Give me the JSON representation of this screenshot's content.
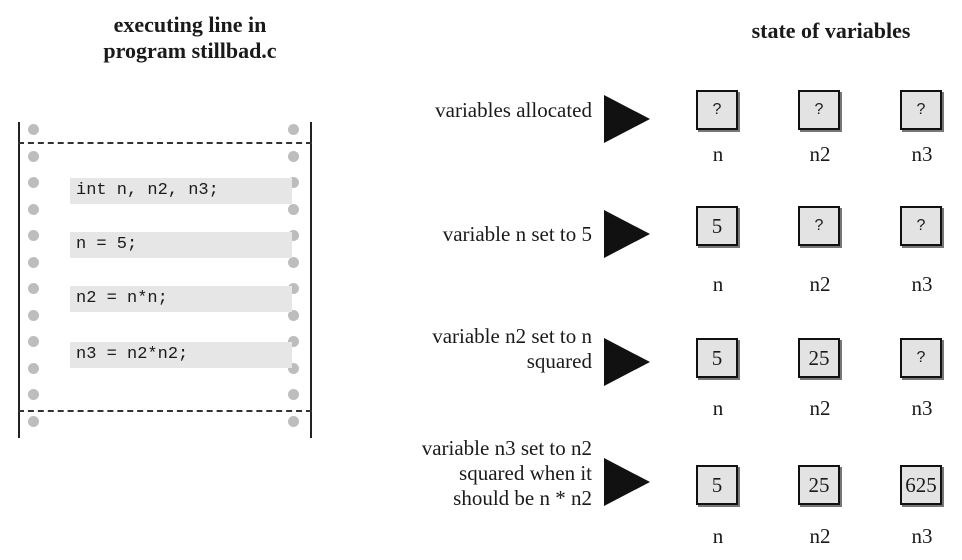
{
  "left_heading": [
    "executing line in",
    "program stillbad.c"
  ],
  "right_heading": "state of variables",
  "code_lines": [
    "int n, n2, n3;",
    "n = 5;",
    "n2 = n*n;",
    "n3 = n2*n2;"
  ],
  "variable_names": [
    "n",
    "n2",
    "n3"
  ],
  "steps": [
    {
      "label": [
        "variables allocated"
      ],
      "values": [
        "?",
        "?",
        "?"
      ]
    },
    {
      "label": [
        "variable n set to 5"
      ],
      "values": [
        "5",
        "?",
        "?"
      ]
    },
    {
      "label": [
        "variable n2 set to n",
        "squared"
      ],
      "values": [
        "5",
        "25",
        "?"
      ]
    },
    {
      "label": [
        "variable n3 set to n2",
        "squared when it",
        "should be n * n2"
      ],
      "values": [
        "5",
        "25",
        "625"
      ]
    }
  ]
}
